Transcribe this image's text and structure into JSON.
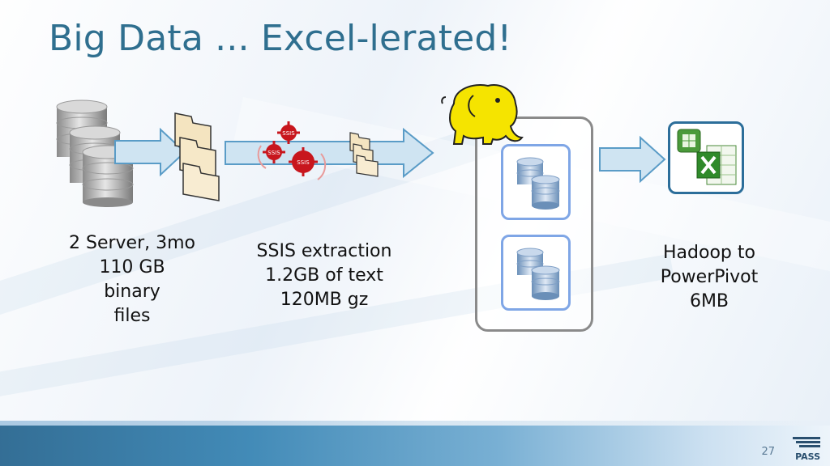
{
  "slide": {
    "title": "Big Data ... Excel-lerated!",
    "page_number": "27",
    "logo_text": "PASS"
  },
  "steps": [
    {
      "lines": [
        "2 Server, 3mo",
        "110 GB",
        "binary",
        "files"
      ]
    },
    {
      "lines": [
        "SSIS extraction",
        "1.2GB of text",
        "120MB gz"
      ]
    },
    {
      "lines": [
        "Hadoop to",
        "PowerPivot",
        "6MB"
      ]
    }
  ],
  "gear_labels": [
    "SSIS",
    "SSIS",
    "SSIS"
  ],
  "colors": {
    "title": "#2f6f8f",
    "arrow_fill": "#cfe4f2",
    "arrow_stroke": "#5a9cc7",
    "node_border": "#7fa6e6",
    "cluster_border": "#8a8a8a",
    "excel_border": "#2c6e9a",
    "gear": "#c8161d",
    "elephant": "#f5e400"
  },
  "icons": [
    "database-icon",
    "folder-icon",
    "ssis-gear-icon",
    "hadoop-elephant-icon",
    "excel-icon",
    "powerpivot-icon"
  ]
}
